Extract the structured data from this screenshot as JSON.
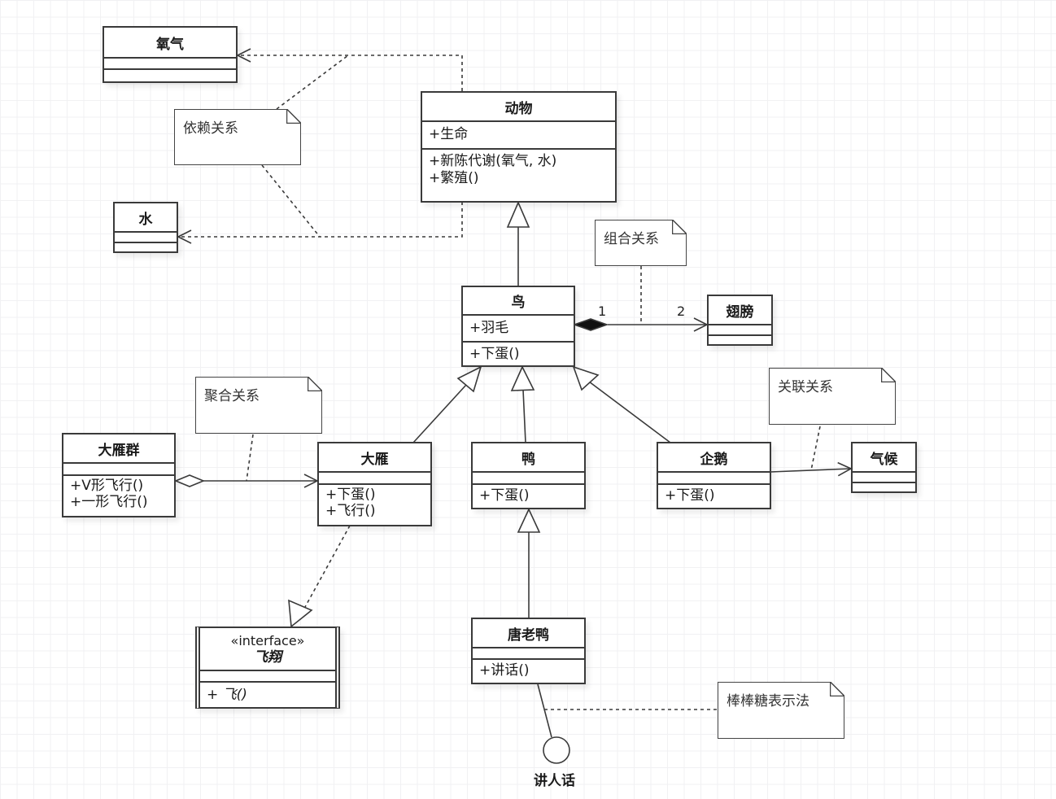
{
  "classes": {
    "oxygen": {
      "name": "氧气"
    },
    "water": {
      "name": "水"
    },
    "animal": {
      "name": "动物",
      "attributes": [
        "+生命"
      ],
      "operations": [
        "+新陈代谢(氧气, 水)",
        "+繁殖()"
      ]
    },
    "bird": {
      "name": "鸟",
      "attributes": [
        "+羽毛"
      ],
      "operations": [
        "+下蛋()"
      ]
    },
    "wing": {
      "name": "翅膀"
    },
    "goose_flock": {
      "name": "大雁群",
      "operations": [
        "+V形飞行()",
        "+一形飞行()"
      ]
    },
    "goose": {
      "name": "大雁",
      "operations": [
        "+下蛋()",
        "+飞行()"
      ]
    },
    "duck": {
      "name": "鸭",
      "operations": [
        "+下蛋()"
      ]
    },
    "penguin": {
      "name": "企鹅",
      "operations": [
        "+下蛋()"
      ]
    },
    "climate": {
      "name": "气候"
    },
    "donald_duck": {
      "name": "唐老鸭",
      "operations": [
        "+讲话()"
      ]
    },
    "fly_interface": {
      "stereotype": "«interface»",
      "name": "飞翔",
      "operations": [
        "+ 飞()"
      ]
    }
  },
  "notes": {
    "dependency": "依赖关系",
    "composition": "组合关系",
    "aggregation": "聚合关系",
    "association": "关联关系",
    "lollipop": "棒棒糖表示法"
  },
  "multiplicity": {
    "bird_side": "1",
    "wing_side": "2"
  },
  "lollipop_interface": {
    "name": "讲人话"
  },
  "relationships": [
    {
      "type": "dependency",
      "from": "动物",
      "to": "氧气"
    },
    {
      "type": "dependency",
      "from": "动物",
      "to": "水"
    },
    {
      "type": "generalization",
      "from": "鸟",
      "to": "动物"
    },
    {
      "type": "composition",
      "from": "鸟",
      "to": "翅膀"
    },
    {
      "type": "generalization",
      "from": "大雁",
      "to": "鸟"
    },
    {
      "type": "generalization",
      "from": "鸭",
      "to": "鸟"
    },
    {
      "type": "generalization",
      "from": "企鹅",
      "to": "鸟"
    },
    {
      "type": "aggregation",
      "from": "大雁群",
      "to": "大雁"
    },
    {
      "type": "association",
      "from": "企鹅",
      "to": "气候"
    },
    {
      "type": "realization",
      "from": "大雁",
      "to": "飞翔"
    },
    {
      "type": "generalization",
      "from": "唐老鸭",
      "to": "鸭"
    },
    {
      "type": "lollipop",
      "from": "唐老鸭",
      "to": "讲人话"
    }
  ]
}
